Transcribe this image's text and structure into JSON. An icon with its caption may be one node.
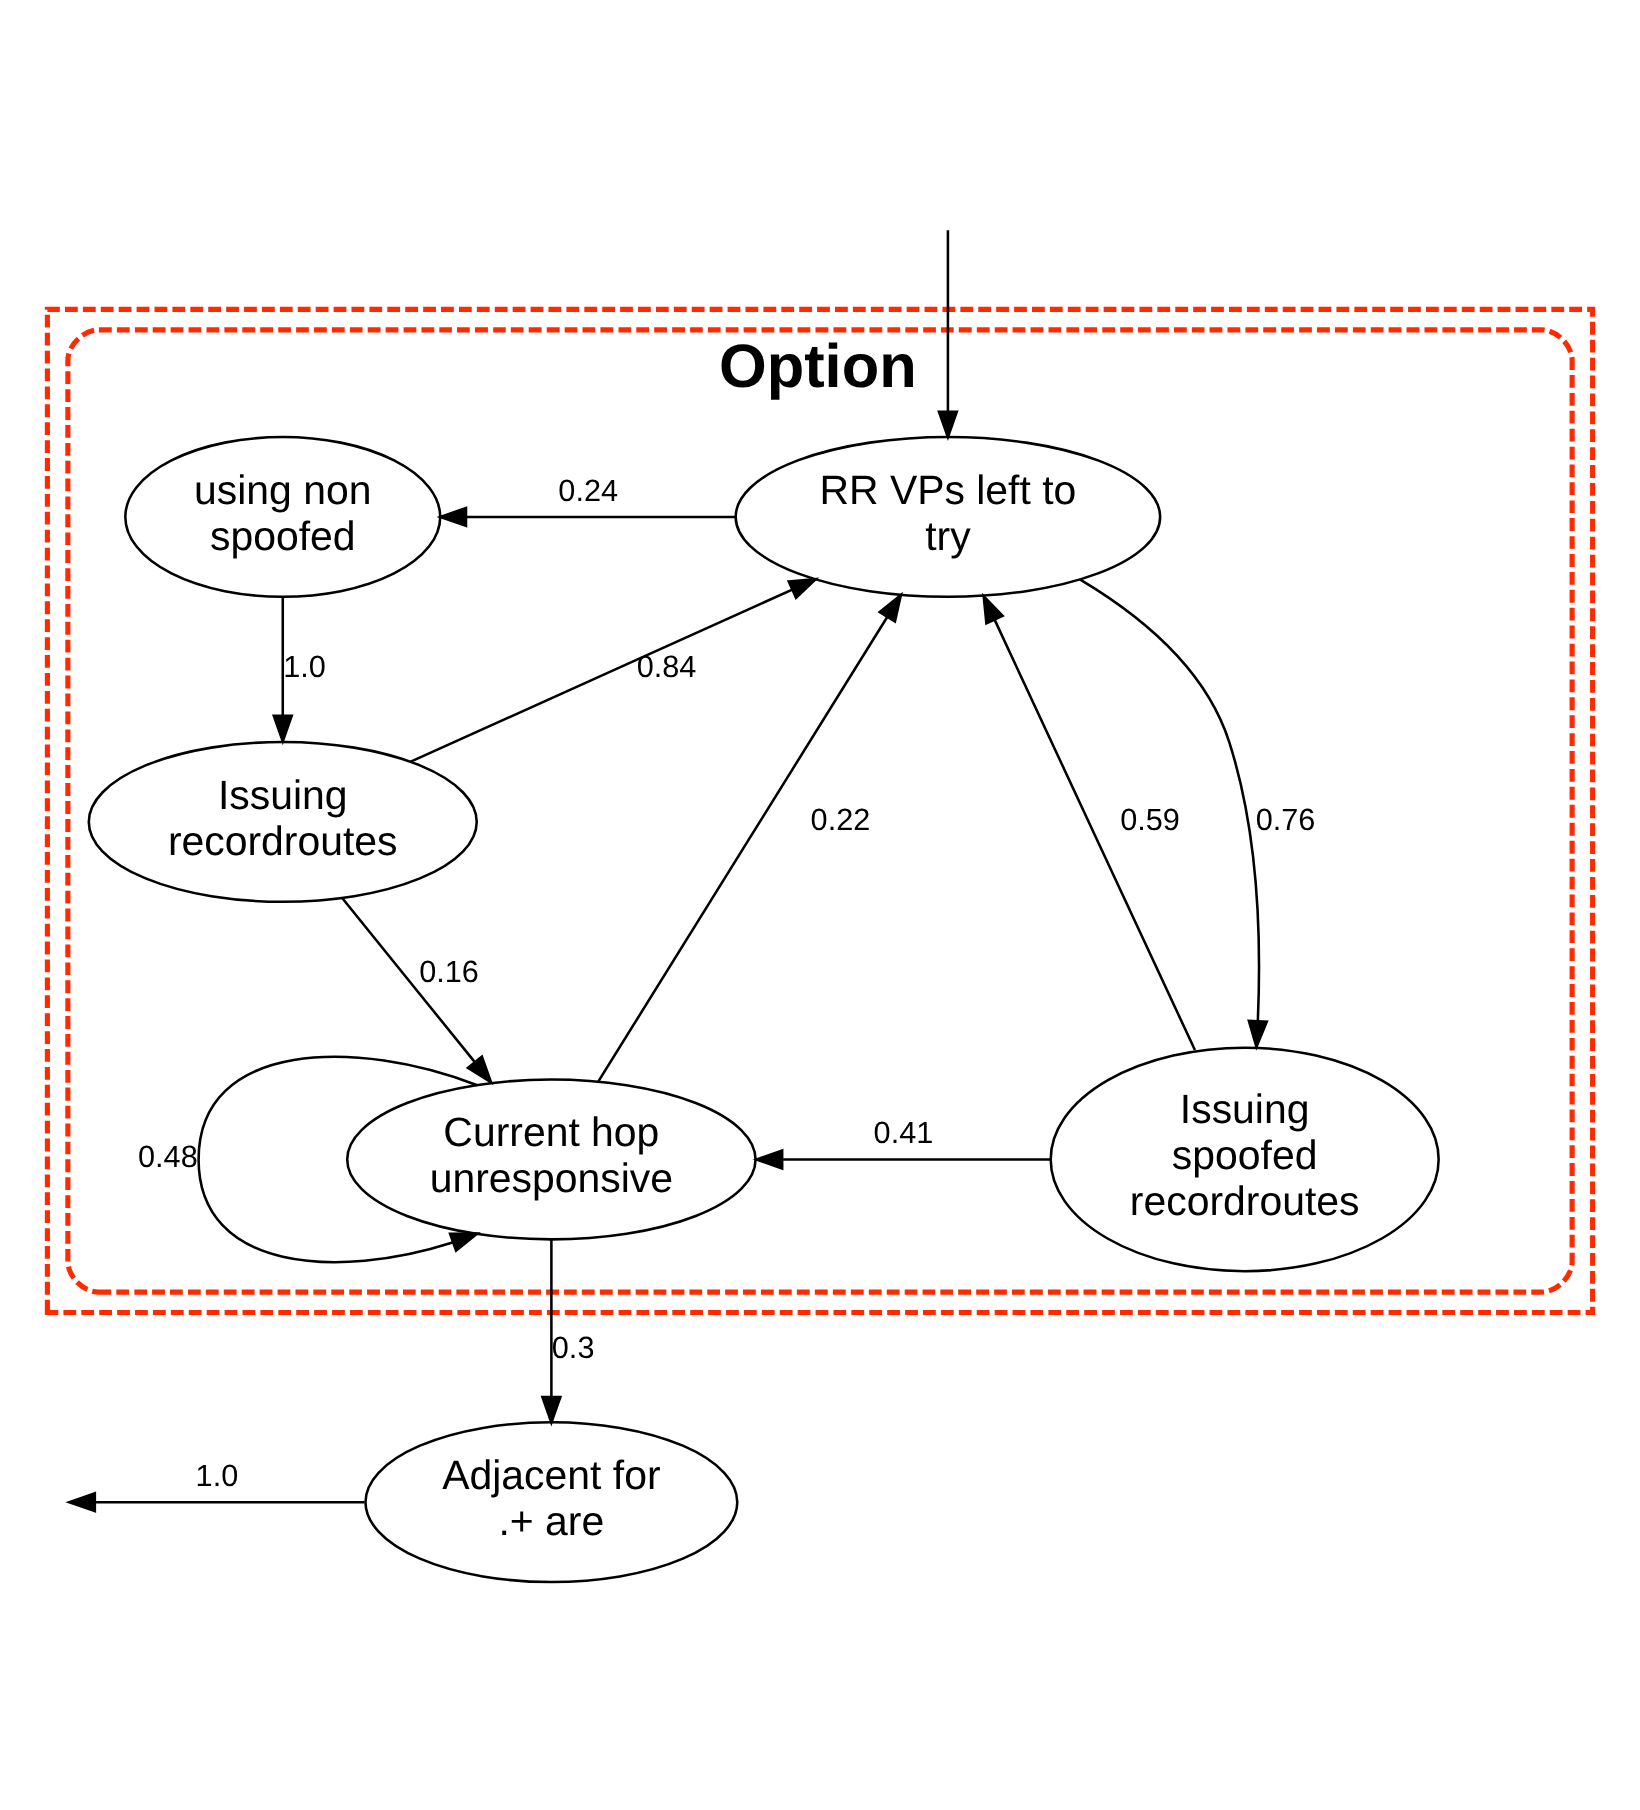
{
  "diagram": {
    "nodes": [
      {
        "text": [],
        "shape": "box"
      },
      {
        "text": [
          "Option"
        ],
        "in": 0
      },
      {
        "text": [
          "using non spoofed"
        ],
        "in": 1
      },
      {
        "text": [
          "RR VPs left to try"
        ],
        "in": 1
      },
      {
        "text": [
          "Issuing recordroutes"
        ],
        "in": 1
      },
      {
        "text": [
          "Current hop unresponsive"
        ],
        "in": 1
      },
      {
        "text": [
          "Issuing spoofed recordroutes"
        ],
        "in": 1
      },
      {
        "text": [
          "Adjacent for .+ are"
        ]
      }
    ],
    "edges": [
      {
        "from": null,
        "to": 3,
        "arrow": "to"
      },
      {
        "from": 3,
        "to": 2,
        "arrow": "to",
        "label": "0.24"
      },
      {
        "from": 2,
        "to": 4,
        "arrow": "to",
        "label": "1.0"
      },
      {
        "from": 4,
        "to": 3,
        "arrow": "to",
        "label": "0.84"
      },
      {
        "from": 4,
        "to": 5,
        "arrow": "to",
        "label": "0.16"
      },
      {
        "from": 5,
        "to": 3,
        "arrow": "to",
        "label": "0.22"
      },
      {
        "from": 3,
        "to": 6,
        "arrow": "to",
        "label": "0.76"
      },
      {
        "from": 6,
        "to": 3,
        "arrow": "to",
        "label": "0.59"
      },
      {
        "from": 6,
        "to": 5,
        "arrow": "to",
        "label": "0.41"
      },
      {
        "from": 5,
        "to": 5,
        "arrow": "to",
        "label": "0.48"
      },
      {
        "from": 5,
        "to": 7,
        "arrow": "to",
        "label": "0.3"
      },
      {
        "from": 7,
        "to": null,
        "arrow": "to",
        "label": "1.0"
      }
    ]
  }
}
